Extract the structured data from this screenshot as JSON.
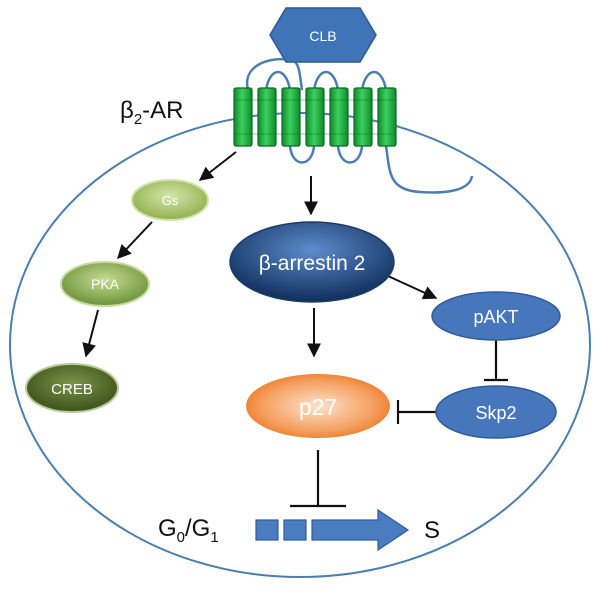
{
  "ligand": {
    "label": "CLB"
  },
  "receptor": {
    "label_main": "β",
    "label_sub": "2",
    "label_suffix": "-AR"
  },
  "nodes": {
    "gs": "Gs",
    "pka": "PKA",
    "creb": "CREB",
    "arrestin": "β-arrestin 2",
    "pakt": "pAKT",
    "skp2": "Skp2",
    "p27": "p27"
  },
  "cell_cycle": {
    "g0_main": "G",
    "g0_sub": "0",
    "separator": "/G",
    "g1_sub": "1",
    "s_phase": "S"
  },
  "colors": {
    "membrane": "#4a7fb0",
    "receptor_fill": "#1faa3a",
    "receptor_stroke": "#0c6a20",
    "hexagon": "#3f74b8",
    "arrestin_dark": "#0f2e5a",
    "arrestin_light": "#4f7fbd",
    "blue_node": "#4677bd",
    "p27_center": "#fbd2b4",
    "p27_edge": "#ee7d2a",
    "gs": "#a8c86a",
    "pka": "#8dac55",
    "creb": "#4e6a2a"
  }
}
